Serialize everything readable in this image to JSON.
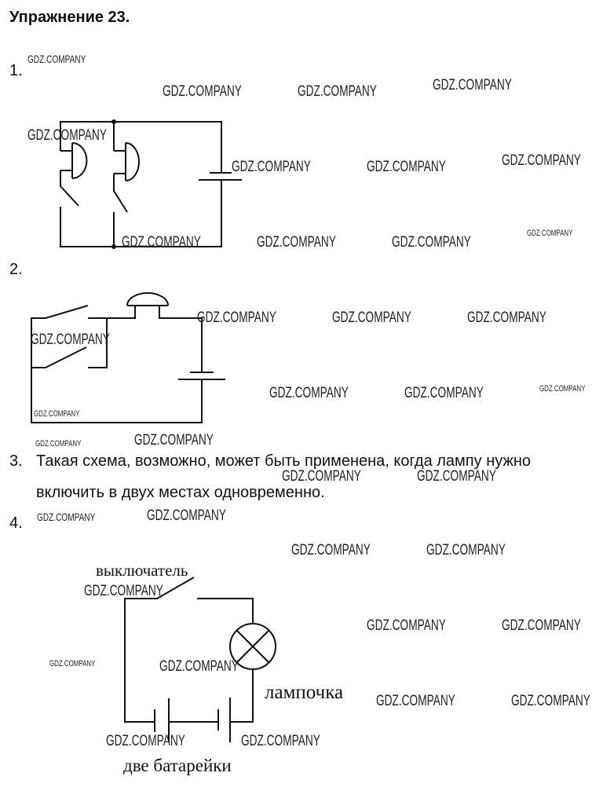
{
  "title": "Упражнение 23.",
  "items": [
    {
      "num": "1."
    },
    {
      "num": "2."
    },
    {
      "num": "3.",
      "text_line1": "Такая схема, возможно, может быть применена, когда лампу нужно",
      "text_line2": "включить в двух местах одновременно."
    },
    {
      "num": "4."
    }
  ],
  "diagram4_labels": {
    "switch": "выключатель",
    "lamp": "лампочка",
    "batteries": "две батарейки"
  },
  "watermark": "GDZ.COMPANY"
}
